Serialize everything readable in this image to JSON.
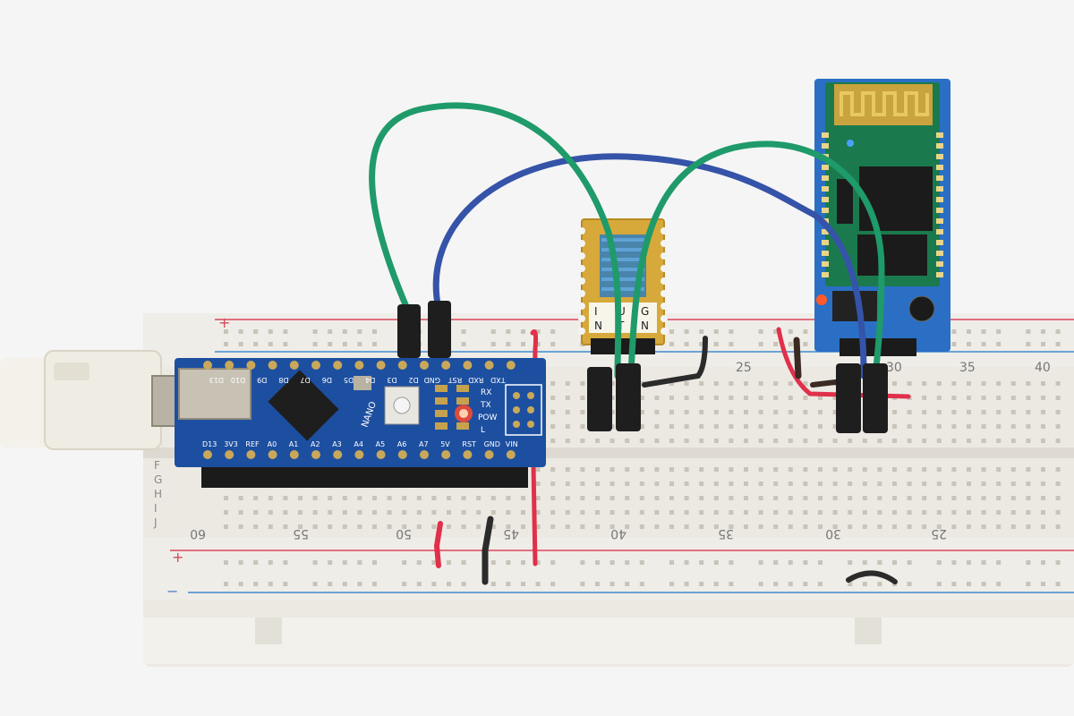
{
  "scene": {
    "kind": "photo",
    "subject": "Arduino Nano with Bluetooth module on breadboard",
    "background": "#f4f4f4"
  },
  "breadboard": {
    "top_numbers": [
      "25",
      "30",
      "35",
      "40"
    ],
    "bottom_numbers": [
      "60",
      "55",
      "50",
      "45",
      "40",
      "35",
      "30",
      "25"
    ],
    "row_letters": [
      "F",
      "G",
      "H",
      "I",
      "J"
    ],
    "plus_sign": "+",
    "minus_sign": "−",
    "rail_red": "#e0707f",
    "rail_blue": "#6ba3d6"
  },
  "nano": {
    "board_label": "NANO",
    "led_labels": [
      "RX",
      "TX",
      "POW",
      "L"
    ],
    "top_pins": [
      "D13",
      "D10",
      "D9",
      "D8",
      "D7",
      "D6",
      "D5",
      "D4",
      "D3",
      "D2",
      "GND",
      "RST",
      "RXD",
      "TXD"
    ],
    "bottom_pins": [
      "D13",
      "3V3",
      "REF",
      "A0",
      "A1",
      "A2",
      "A3",
      "A4",
      "A5",
      "A6",
      "A7",
      "5V",
      "RST",
      "GND",
      "VIN"
    ],
    "pcb_color": "#1d4fa0"
  },
  "level_shifter": {
    "labels": [
      "I",
      "N",
      "U",
      "T",
      "G",
      "N"
    ]
  },
  "bluetooth": {
    "pcb_color": "#2a6fc4",
    "module_color": "#1a7a4d"
  },
  "wires": {
    "green": "#1f9a6a",
    "blue": "#3553a8",
    "red": "#e0304a"
  }
}
